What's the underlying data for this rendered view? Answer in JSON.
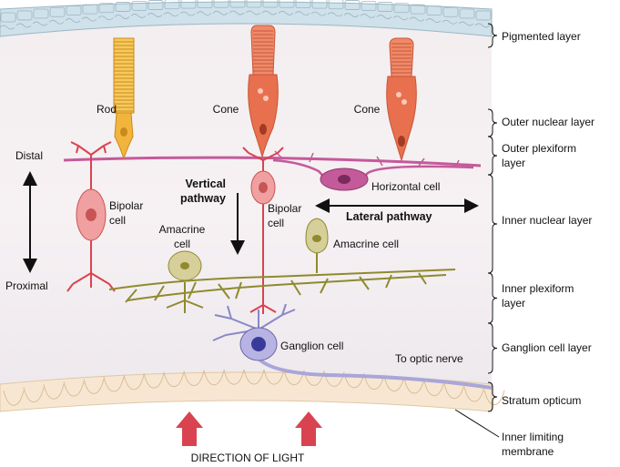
{
  "cells": {
    "rod": "Rod",
    "cone_left": "Cone",
    "cone_right": "Cone",
    "bipolar_left": [
      "Bipolar",
      "cell"
    ],
    "bipolar_center": [
      "Bipolar",
      "cell"
    ],
    "amacrine_left": [
      "Amacrine",
      "cell"
    ],
    "amacrine_right": "Amacrine cell",
    "horizontal": "Horizontal cell",
    "ganglion": "Ganglion cell"
  },
  "axis": {
    "distal": "Distal",
    "proximal": "Proximal"
  },
  "pathways": {
    "vertical": [
      "Vertical",
      "pathway"
    ],
    "lateral": "Lateral pathway"
  },
  "optic_nerve": "To optic nerve",
  "light": "DIRECTION OF LIGHT",
  "layers": {
    "pigmented": "Pigmented layer",
    "outer_nuclear": "Outer nuclear layer",
    "outer_plexiform": [
      "Outer plexiform",
      "layer"
    ],
    "inner_nuclear": "Inner nuclear layer",
    "inner_plexiform": [
      "Inner plexiform",
      "layer"
    ],
    "ganglion_cell": "Ganglion cell layer",
    "stratum_opticum": "Stratum opticum",
    "inner_limiting": [
      "Inner limiting",
      "membrane"
    ]
  },
  "colors": {
    "photoreceptor": "#e8704f",
    "rod": "#f2b43c",
    "bipolar": "#e88c8c",
    "horizontal": "#c45a9a",
    "amacrine": "#d6cf9a",
    "ganglion": "#a9a6d9",
    "plexiform_olive": "#8f8a2e",
    "arrow_red": "#d9434f"
  }
}
